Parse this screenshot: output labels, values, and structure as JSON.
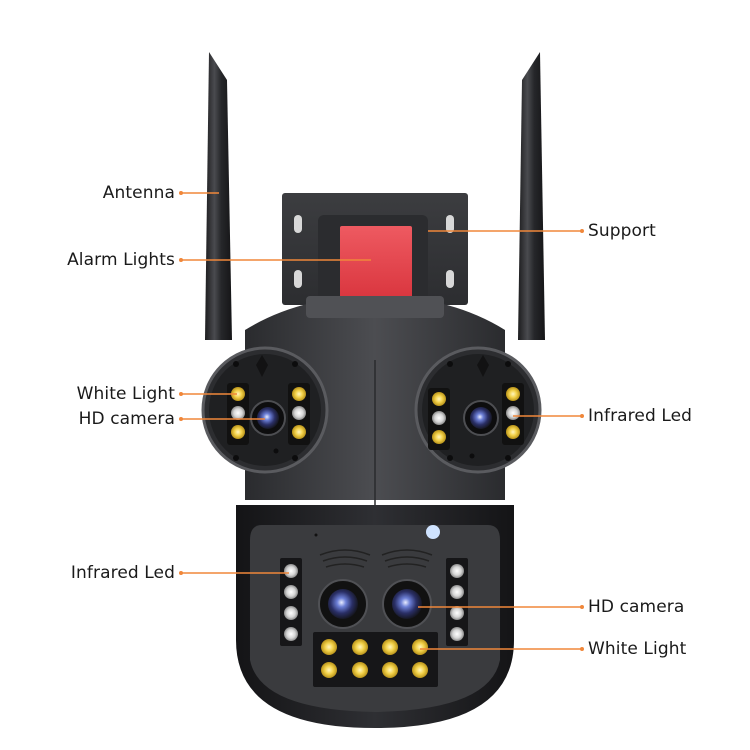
{
  "figure": {
    "type": "product-annotation",
    "subject": "dual-head PTZ security camera",
    "colors": {
      "leader_line": "#f0873a",
      "label_text": "#1a1a1a",
      "body": "#3a3b3e",
      "alarm_light": "#e8474f",
      "white_led": "#f3d24a",
      "infrared_led": "#d9d9d9"
    }
  },
  "annotations": {
    "left": [
      {
        "id": "antenna",
        "text": "Antenna"
      },
      {
        "id": "alarm-lights",
        "text": "Alarm Lights"
      },
      {
        "id": "white-light-top",
        "text": "White Light"
      },
      {
        "id": "hd-camera-top",
        "text": "HD camera"
      },
      {
        "id": "infrared-led-bottom",
        "text": "Infrared Led"
      }
    ],
    "right": [
      {
        "id": "support",
        "text": "Support"
      },
      {
        "id": "infrared-led-top",
        "text": "Infrared Led"
      },
      {
        "id": "hd-camera-bottom",
        "text": "HD camera"
      },
      {
        "id": "white-light-bottom",
        "text": "White Light"
      }
    ]
  }
}
